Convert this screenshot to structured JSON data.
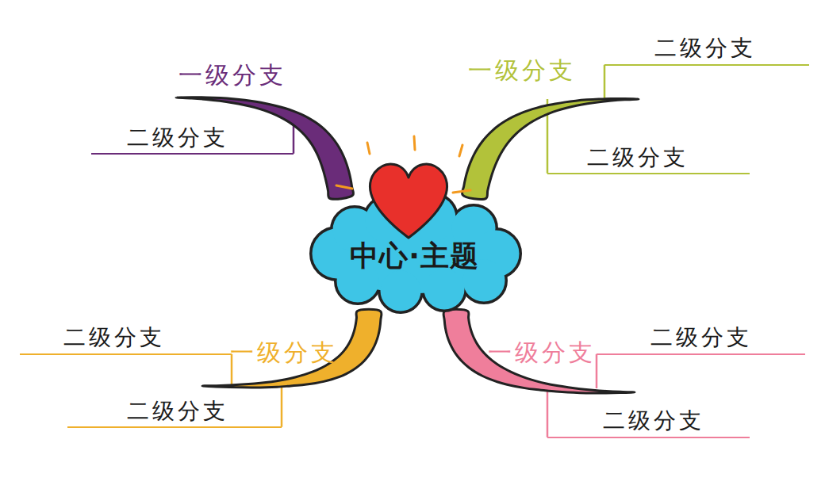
{
  "diagram": {
    "nodes": [
      {
        "text": [
          "中心·主题"
        ]
      },
      {
        "text": [
          "一级分支"
        ]
      },
      {
        "text": [
          "二级分支"
        ]
      },
      {
        "text": [
          "一级分支"
        ]
      },
      {
        "text": [
          "二级分支"
        ]
      },
      {
        "text": [
          "二级分支"
        ]
      },
      {
        "text": [
          "一级分支"
        ]
      },
      {
        "text": [
          "二级分支"
        ]
      },
      {
        "text": [
          "二级分支"
        ]
      },
      {
        "text": [
          "一级分支"
        ]
      },
      {
        "text": [
          "二级分支"
        ]
      },
      {
        "text": [
          "二级分支"
        ]
      }
    ],
    "edges": [
      {
        "from": 0,
        "to": 1,
        "arrow": "none"
      },
      {
        "from": 1,
        "to": 2,
        "arrow": "none"
      },
      {
        "from": 0,
        "to": 3,
        "arrow": "none"
      },
      {
        "from": 3,
        "to": 4,
        "arrow": "none"
      },
      {
        "from": 3,
        "to": 5,
        "arrow": "none"
      },
      {
        "from": 0,
        "to": 6,
        "arrow": "none"
      },
      {
        "from": 6,
        "to": 7,
        "arrow": "none"
      },
      {
        "from": 6,
        "to": 8,
        "arrow": "none"
      },
      {
        "from": 0,
        "to": 9,
        "arrow": "none"
      },
      {
        "from": 9,
        "to": 10,
        "arrow": "none"
      },
      {
        "from": 9,
        "to": 11,
        "arrow": "none"
      }
    ]
  }
}
